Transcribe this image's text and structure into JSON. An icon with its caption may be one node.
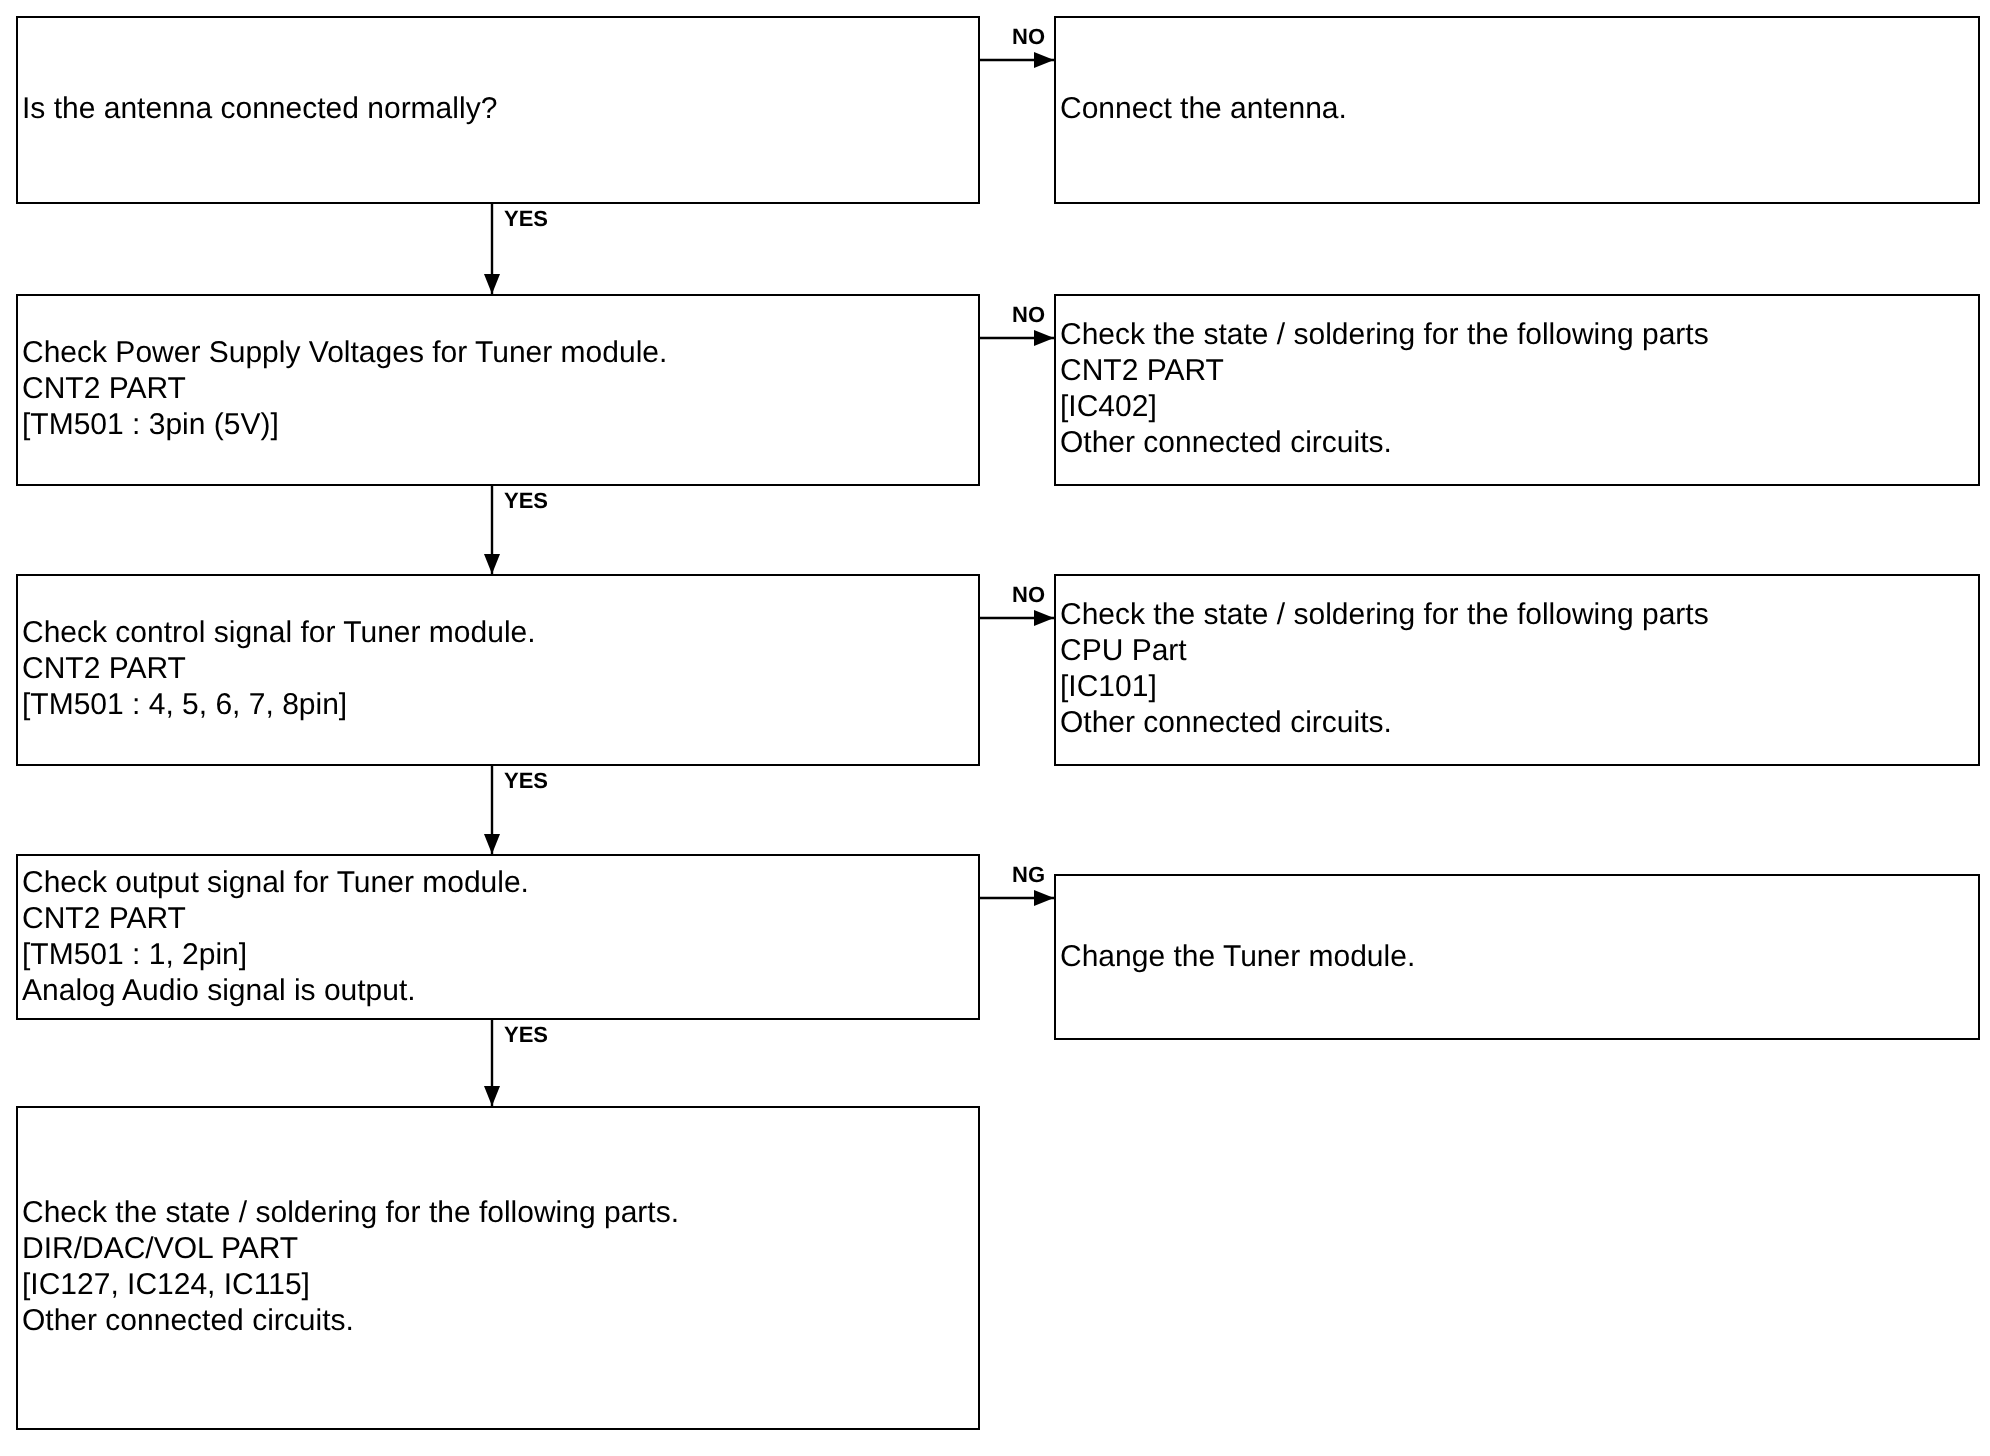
{
  "diagram": {
    "nodes": [
      {
        "text": [
          "Is the antenna connected normally?"
        ]
      },
      {
        "text": [
          "Connect the antenna."
        ]
      },
      {
        "text": [
          "Check Power Supply Voltages for Tuner module.",
          "CNT2 PART",
          "[TM501 : 3pin (5V)]"
        ]
      },
      {
        "text": [
          "Check the state / soldering for the following parts",
          "CNT2 PART",
          "[IC402]",
          "Other connected circuits."
        ]
      },
      {
        "text": [
          "Check control signal for Tuner module.",
          "CNT2 PART",
          "[TM501 : 4, 5, 6, 7, 8pin]"
        ]
      },
      {
        "text": [
          "Check the state / soldering for the following parts",
          "CPU Part",
          "[IC101]",
          "Other connected circuits."
        ]
      },
      {
        "text": [
          "Check output signal for Tuner module.",
          "CNT2 PART",
          "[TM501 : 1, 2pin]",
          "Analog Audio signal is output."
        ]
      },
      {
        "text": [
          "Change the Tuner module."
        ]
      },
      {
        "text": [
          "Check the state / soldering for the following parts.",
          "DIR/DAC/VOL PART",
          "[IC127, IC124, IC115]",
          "Other connected circuits."
        ]
      }
    ],
    "edges": [
      {
        "from": 0,
        "to": 1,
        "arrow": "to",
        "label": "NO"
      },
      {
        "from": 0,
        "to": 2,
        "arrow": "to",
        "label": "YES"
      },
      {
        "from": 2,
        "to": 3,
        "arrow": "to",
        "label": "NO"
      },
      {
        "from": 2,
        "to": 4,
        "arrow": "to",
        "label": "YES"
      },
      {
        "from": 4,
        "to": 5,
        "arrow": "to",
        "label": "NO"
      },
      {
        "from": 4,
        "to": 6,
        "arrow": "to",
        "label": "YES"
      },
      {
        "from": 6,
        "to": 7,
        "arrow": "to",
        "label": "NG"
      },
      {
        "from": 6,
        "to": 8,
        "arrow": "to",
        "label": "YES"
      }
    ]
  }
}
